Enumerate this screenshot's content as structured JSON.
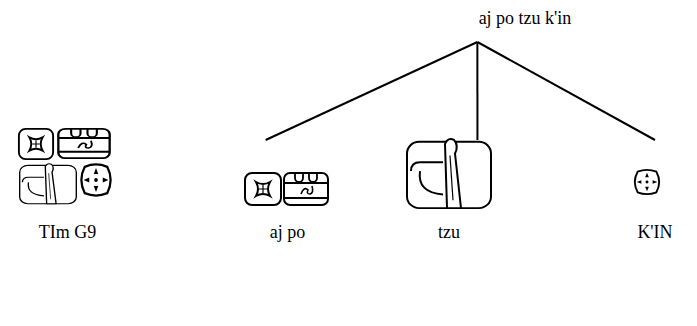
{
  "diagram": {
    "nodes": [
      {
        "text": [
          "aj po tzu k'in"
        ]
      },
      {
        "text": [
          "TIm G9"
        ]
      },
      {
        "text": [
          "aj po"
        ]
      },
      {
        "text": [
          "tzu"
        ]
      },
      {
        "text": [
          "K'IN"
        ]
      }
    ],
    "edges": [
      {
        "from": 0,
        "to": 2,
        "arrow": "none"
      },
      {
        "from": 0,
        "to": 3,
        "arrow": "none"
      },
      {
        "from": 0,
        "to": 4,
        "arrow": "none"
      }
    ]
  }
}
